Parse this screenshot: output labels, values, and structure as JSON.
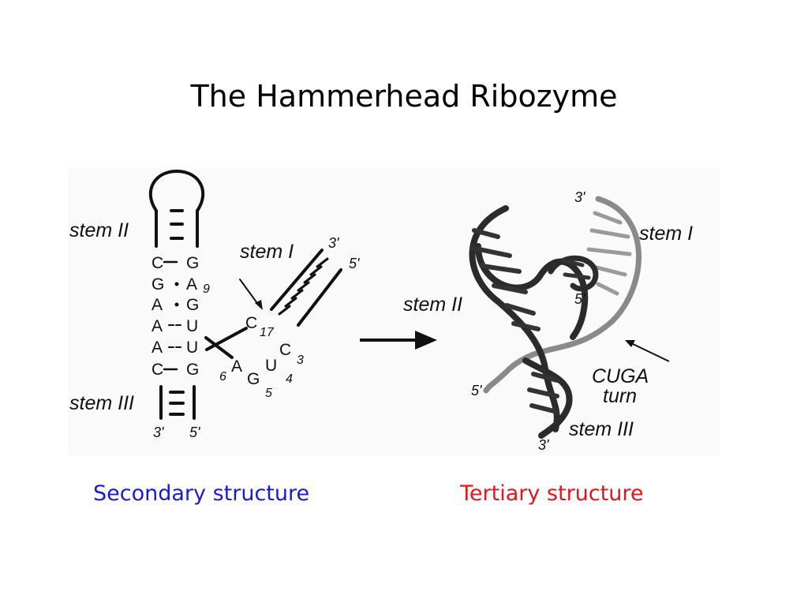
{
  "slide": {
    "title": "The Hammerhead Ribozyme",
    "captions": {
      "secondary": "Secondary structure",
      "tertiary": "Tertiary structure"
    },
    "caption_colors": {
      "secondary": "#1a1ad8",
      "tertiary": "#e8141b"
    }
  },
  "secondary_structure": {
    "stem_labels": {
      "stem2": "stem II",
      "stem1": "stem I",
      "stem3": "stem III"
    },
    "left_strand": [
      "C",
      "G",
      "A",
      "A",
      "A",
      "C"
    ],
    "right_strand": [
      "G",
      "A",
      "G",
      "U",
      "U",
      "G"
    ],
    "loop_nucleotides": [
      "A",
      "G",
      "U",
      "C",
      "C"
    ],
    "position_numbers": [
      "9",
      "6",
      "5",
      "4",
      "3",
      "17"
    ],
    "ends": {
      "stem1_3": "3'",
      "stem1_5": "5'",
      "stem3_3": "3'",
      "stem3_5": "5'"
    }
  },
  "tertiary_structure": {
    "labels": {
      "stem1": "stem I",
      "stem2": "stem II",
      "stem3": "stem III",
      "turn_line1": "CUGA",
      "turn_line2": "turn"
    },
    "ends": {
      "top_3": "3'",
      "mid_5": "5'",
      "left_5": "5'",
      "bottom_3": "3'"
    }
  }
}
